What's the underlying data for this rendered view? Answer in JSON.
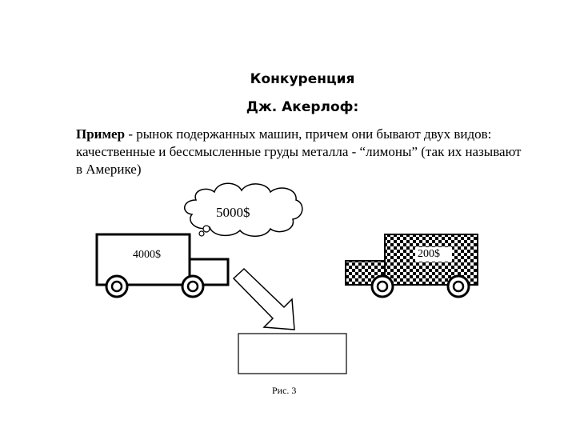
{
  "header": {
    "title": "Конкуренция",
    "subtitle": "Дж. Акерлоф:"
  },
  "paragraph": {
    "lead": "Пример",
    "text": " - рынок подержанных машин, причем они бывают двух видов: качественные и бессмысленные груды металла - “лимоны” (так их называют в Америке)"
  },
  "diagram": {
    "cloud_price": "5000$",
    "good_car_price": "4000$",
    "lemon_car_price": "200$",
    "caption": "Рис. 3"
  }
}
